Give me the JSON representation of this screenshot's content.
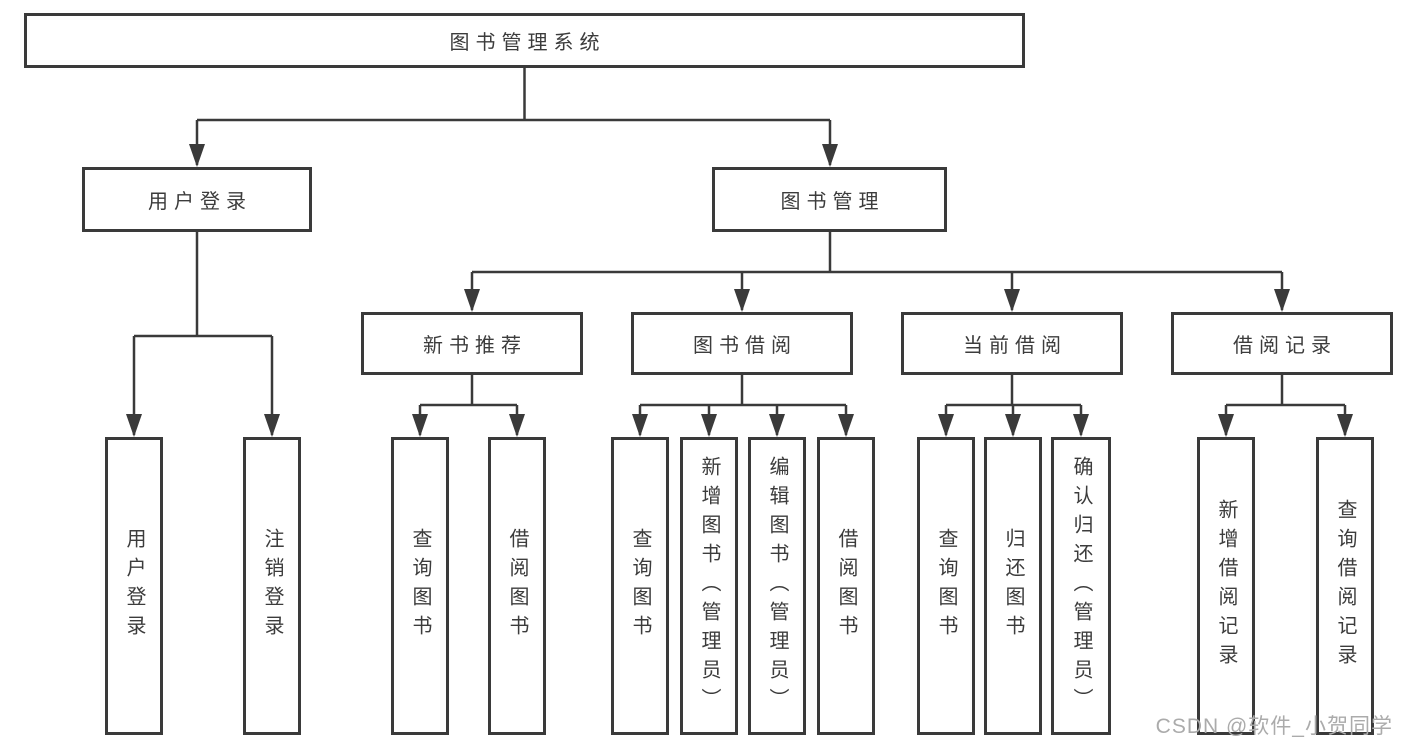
{
  "tree": {
    "root": "图书管理系统",
    "branches": [
      {
        "label": "用户登录",
        "leaves": [
          "用户登录",
          "注销登录"
        ]
      },
      {
        "label": "图书管理",
        "groups": [
          {
            "label": "新书推荐",
            "leaves": [
              "查询图书",
              "借阅图书"
            ]
          },
          {
            "label": "图书借阅",
            "leaves": [
              "查询图书",
              "新增图书（管理员）",
              "编辑图书（管理员）",
              "借阅图书"
            ]
          },
          {
            "label": "当前借阅",
            "leaves": [
              "查询图书",
              "归还图书",
              "确认归还（管理员）"
            ]
          },
          {
            "label": "借阅记录",
            "leaves": [
              "新增借阅记录",
              "查询借阅记录"
            ]
          }
        ]
      }
    ]
  },
  "watermark": {
    "text": "CSDN @软件_小贺同学"
  },
  "colors": {
    "line": "#3a3a3a",
    "box_border": "#3a3a3a",
    "text": "#3c3c3c",
    "watermark": "#ababab",
    "background": "#ffffff"
  }
}
